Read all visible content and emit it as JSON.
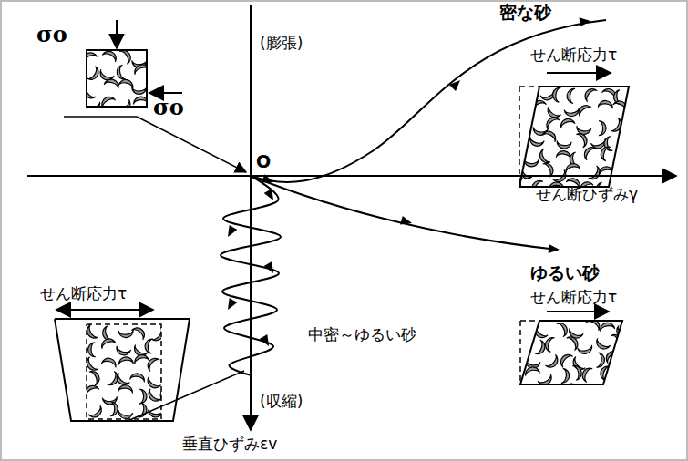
{
  "diagram": {
    "labels": [
      "σo",
      "σo",
      "(膨張)",
      "密な砂",
      "せん断応力τ",
      "O",
      "せん断ひずみγ",
      "ゆるい砂",
      "せん断応力τ",
      "せん断応力τ",
      "中密～ゆるい砂",
      "(収縮)",
      "垂直ひずみεv"
    ]
  }
}
